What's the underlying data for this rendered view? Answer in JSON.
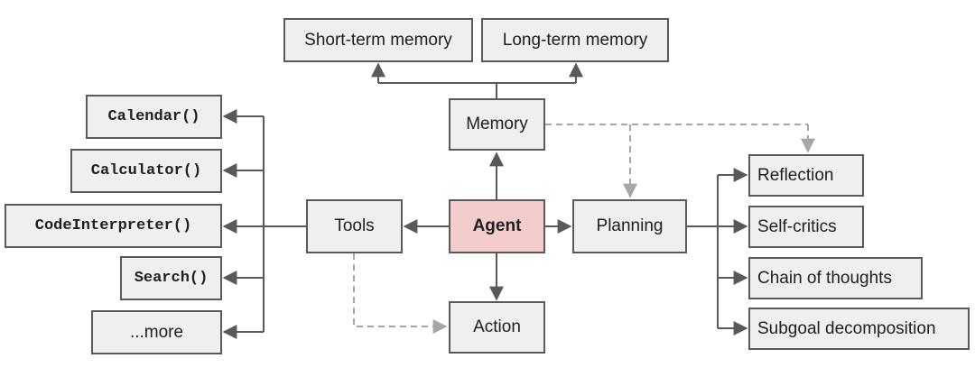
{
  "colors": {
    "box_fill": "#efefef",
    "box_border": "#595959",
    "agent_fill": "#f4cccc",
    "solid_arrow": "#595959",
    "dashed_arrow": "#a6a6a6"
  },
  "nodes": {
    "short_term_memory": "Short-term memory",
    "long_term_memory": "Long-term memory",
    "memory": "Memory",
    "agent": "Agent",
    "tools": "Tools",
    "planning": "Planning",
    "action": "Action",
    "calendar": "Calendar()",
    "calculator": "Calculator()",
    "code_interpreter": "CodeInterpreter()",
    "search": "Search()",
    "more": "...more",
    "reflection": "Reflection",
    "self_critics": "Self-critics",
    "chain_of_thoughts": "Chain of thoughts",
    "subgoal_decomposition": "Subgoal decomposition"
  },
  "edges": [
    {
      "from": "agent",
      "to": "memory",
      "style": "solid"
    },
    {
      "from": "agent",
      "to": "tools",
      "style": "solid"
    },
    {
      "from": "agent",
      "to": "planning",
      "style": "solid"
    },
    {
      "from": "agent",
      "to": "action",
      "style": "solid"
    },
    {
      "from": "memory",
      "to": "short_term_memory",
      "style": "solid"
    },
    {
      "from": "memory",
      "to": "long_term_memory",
      "style": "solid"
    },
    {
      "from": "memory",
      "to": "planning",
      "style": "dashed"
    },
    {
      "from": "memory",
      "to": "reflection",
      "style": "dashed"
    },
    {
      "from": "tools",
      "to": "action",
      "style": "dashed"
    },
    {
      "from": "tools",
      "to": "calendar",
      "style": "solid"
    },
    {
      "from": "tools",
      "to": "calculator",
      "style": "solid"
    },
    {
      "from": "tools",
      "to": "code_interpreter",
      "style": "solid"
    },
    {
      "from": "tools",
      "to": "search",
      "style": "solid"
    },
    {
      "from": "tools",
      "to": "more",
      "style": "solid"
    },
    {
      "from": "planning",
      "to": "reflection",
      "style": "solid"
    },
    {
      "from": "planning",
      "to": "self_critics",
      "style": "solid"
    },
    {
      "from": "planning",
      "to": "chain_of_thoughts",
      "style": "solid"
    },
    {
      "from": "planning",
      "to": "subgoal_decomposition",
      "style": "solid"
    }
  ]
}
